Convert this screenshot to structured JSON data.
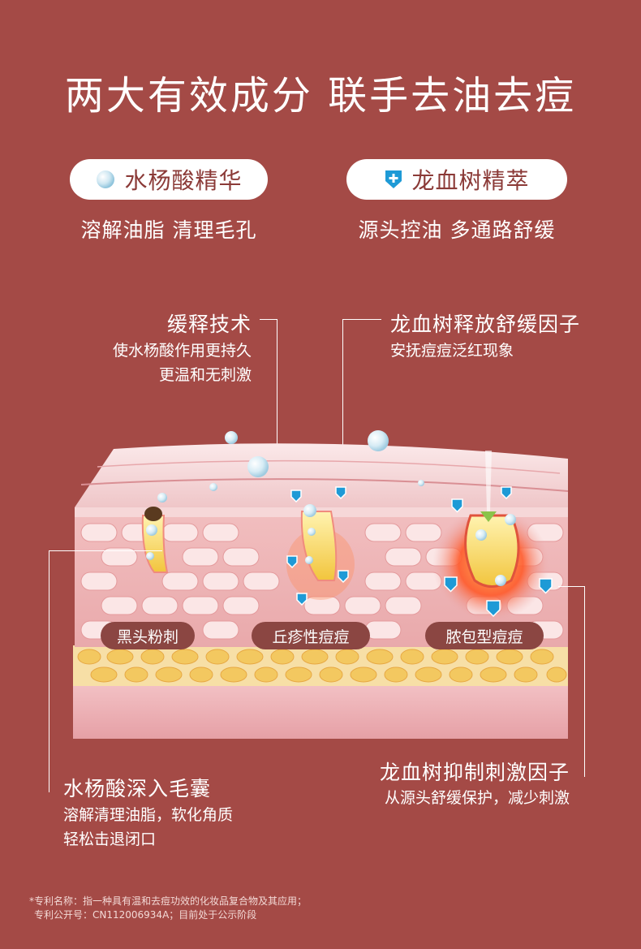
{
  "title": "两大有效成分 联手去油去痘",
  "ingredients": [
    {
      "name": "水杨酸精华",
      "desc": "溶解油脂 清理毛孔",
      "icon": "water-drop-icon"
    },
    {
      "name": "龙血树精萃",
      "desc": "源头控油 多通路舒缓",
      "icon": "blue-shield-plus-icon"
    }
  ],
  "callouts": {
    "slow_release": {
      "title": "缓释技术",
      "lines": [
        "使水杨酸作用更持久",
        "更温和无刺激"
      ]
    },
    "dragon_release": {
      "title": "龙血树释放舒缓因子",
      "lines": [
        "安抚痘痘泛红现象"
      ]
    },
    "salicylic_deep": {
      "title": "水杨酸深入毛囊",
      "lines": [
        "溶解清理油脂，软化角质",
        "轻松击退闭口"
      ]
    },
    "dragon_inhibit": {
      "title": "龙血树抑制刺激因子",
      "lines": [
        "从源头舒缓保护，减少刺激"
      ]
    }
  },
  "acne_types": [
    "黑头粉刺",
    "丘疹性痘痘",
    "脓包型痘痘"
  ],
  "footnote": {
    "line1": "*专利名称：指一种具有温和去痘功效的化妆品复合物及其应用；",
    "line2": "专利公开号：CN112006934A；目前处于公示阶段"
  },
  "colors": {
    "background": "#a44a46",
    "pill_text": "#8b3a37",
    "shield_blue": "#1e9ad6",
    "tag_bg": "#8b4642"
  }
}
